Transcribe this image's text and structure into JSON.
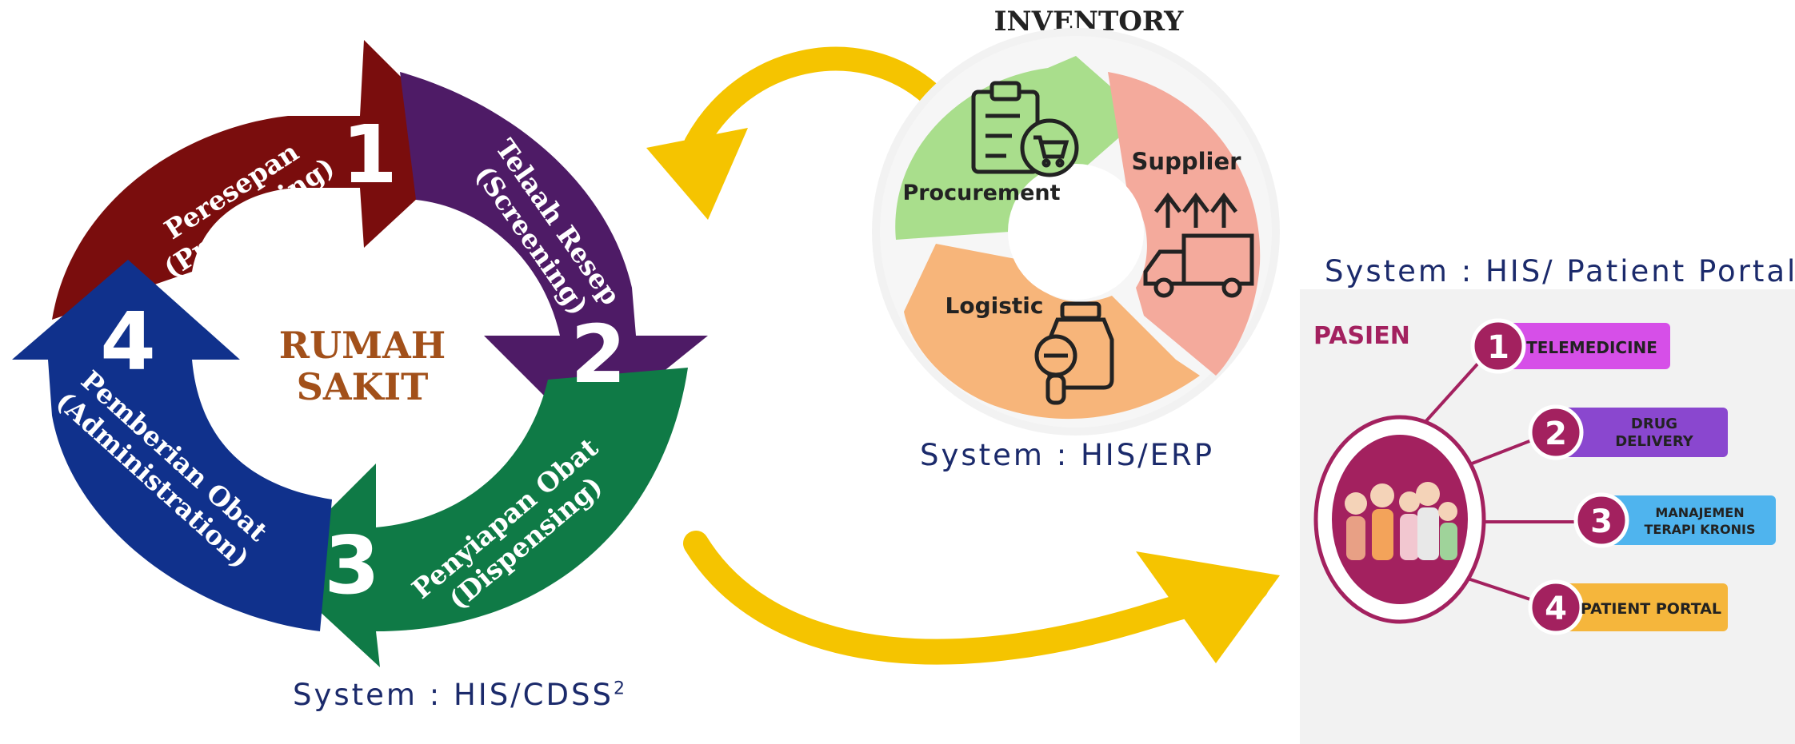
{
  "hospital_cycle": {
    "center_title_line1": "RUMAH",
    "center_title_line2": "SAKIT",
    "steps": [
      {
        "number": "1",
        "label_line1": "Peresepan",
        "label_line2": "(Prescribing)",
        "color": "#7a0d0d"
      },
      {
        "number": "2",
        "label_line1": "Telaah Resep",
        "label_line2": "(Screening)",
        "color": "#4e1b66"
      },
      {
        "number": "3",
        "label_line1": "Penyiapan Obat",
        "label_line2": "(Dispensing)",
        "color": "#0f7a46"
      },
      {
        "number": "4",
        "label_line1": "Pemberian Obat",
        "label_line2": "(Administration)",
        "color": "#10318c"
      }
    ],
    "system_label": "System : HIS/CDSS",
    "system_superscript": "2"
  },
  "inventory_cycle": {
    "title": "INVENTORY",
    "segments": [
      {
        "label": "Procurement",
        "color": "#a9de8c",
        "icon": "clipboard-cart-icon"
      },
      {
        "label": "Supplier",
        "color": "#f4aa9c",
        "icon": "delivery-truck-icon"
      },
      {
        "label": "Logistic",
        "color": "#f7b57a",
        "icon": "medicine-bottle-icon"
      }
    ],
    "system_label": "System : HIS/ERP"
  },
  "patient_panel": {
    "system_label": "System : HIS/ Patient Portal",
    "title": "PASIEN",
    "hub_icon": "family-group-icon",
    "services": [
      {
        "number": "1",
        "line1": "TELEMEDICINE",
        "line2": "",
        "color": "#d64fe8"
      },
      {
        "number": "2",
        "line1": "DRUG",
        "line2": "DELIVERY",
        "color": "#8a47cf"
      },
      {
        "number": "3",
        "line1": "MANAJEMEN",
        "line2": "TERAPI KRONIS",
        "color": "#4fb4ee"
      },
      {
        "number": "4",
        "line1": "PATIENT PORTAL",
        "line2": "",
        "color": "#f5b63c"
      }
    ],
    "accent_color": "#a3215f"
  },
  "flow_arrows": [
    {
      "from": "inventory",
      "to": "hospital",
      "color": "#f5c400"
    },
    {
      "from": "hospital",
      "to": "patient",
      "color": "#f5c400"
    }
  ]
}
